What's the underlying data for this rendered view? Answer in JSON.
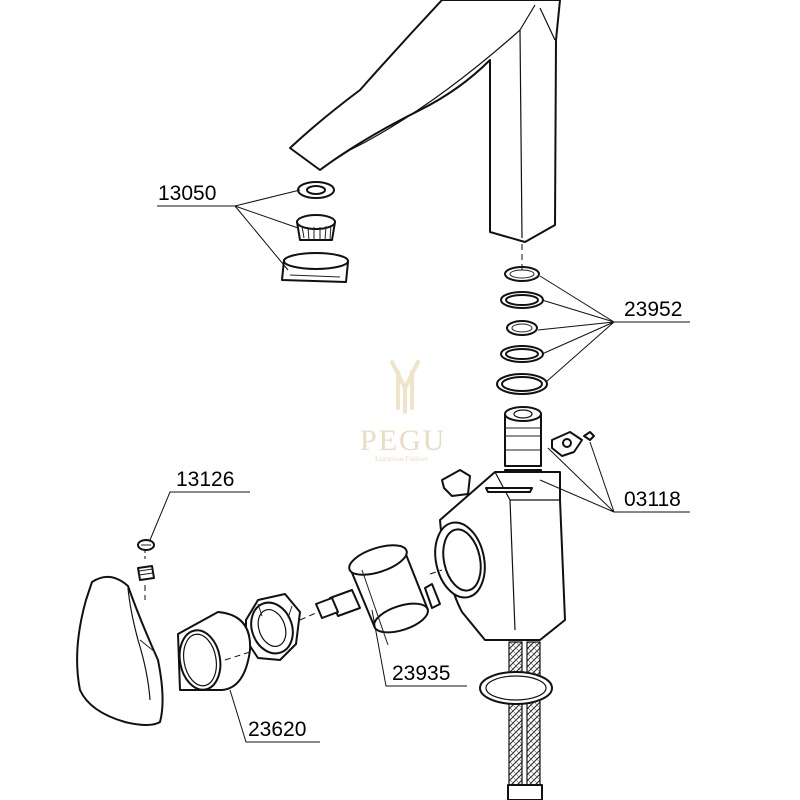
{
  "diagram": {
    "part_numbers": [
      "13050",
      "23952",
      "03118",
      "13126",
      "23935",
      "23620"
    ],
    "watermark": {
      "text": "PEGU",
      "subtext": "Luxurious Fashion"
    },
    "line_color": "#111111",
    "watermark_color": "#e9dcc0"
  }
}
